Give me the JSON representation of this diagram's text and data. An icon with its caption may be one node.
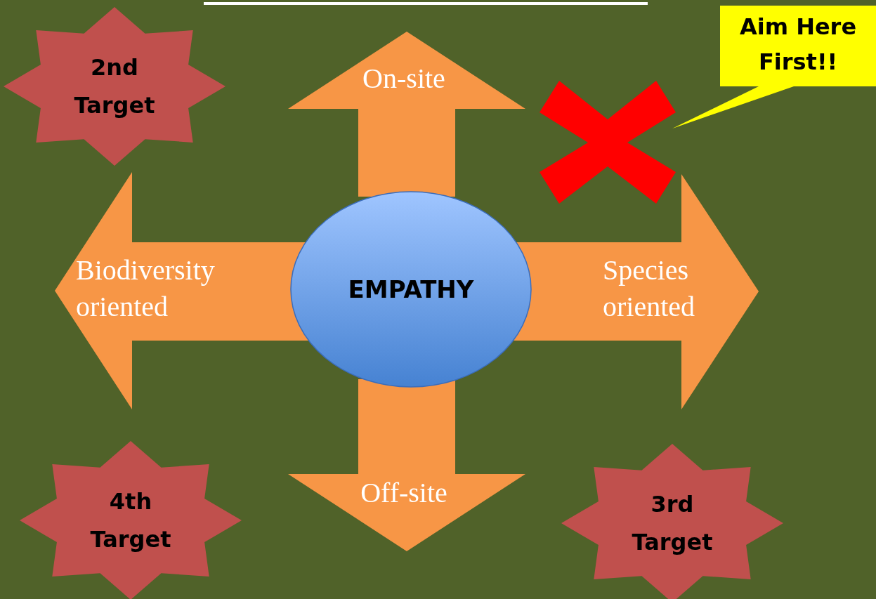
{
  "diagram": {
    "nodes": [
      {
        "text": [
          "2nd Target"
        ]
      },
      {
        "text": [
          "On-site"
        ]
      },
      {
        "text": [
          "Aim Here First!!"
        ]
      },
      {
        "text": [],
        "shape": "cross"
      },
      {
        "text": [
          "Biodiversity oriented"
        ]
      },
      {
        "text": [
          "EMPATHY"
        ]
      },
      {
        "text": [
          "Species oriented"
        ]
      },
      {
        "text": [
          "4th Target"
        ]
      },
      {
        "text": [
          "Off-site"
        ]
      },
      {
        "text": [
          "3rd Target"
        ]
      }
    ],
    "edges": [
      {
        "from": 5,
        "to": 1,
        "arrow": "to"
      },
      {
        "from": 5,
        "to": 4,
        "arrow": "to"
      },
      {
        "from": 5,
        "to": 6,
        "arrow": "to"
      },
      {
        "from": 5,
        "to": 8,
        "arrow": "to"
      },
      {
        "from": 2,
        "to": 3,
        "arrow": "none"
      }
    ]
  }
}
